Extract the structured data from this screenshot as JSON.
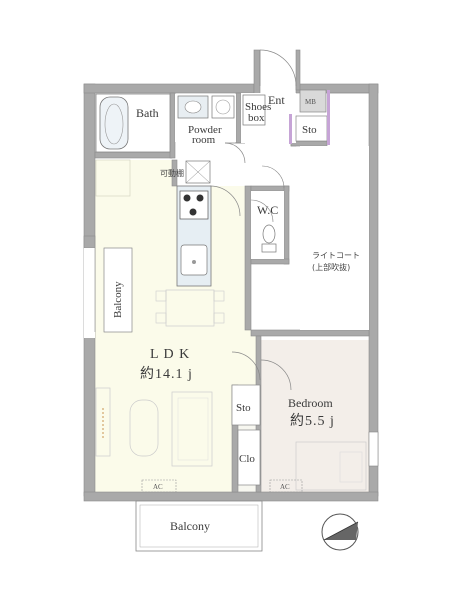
{
  "rooms": {
    "bath": "Bath",
    "powder_room_line1": "Powder",
    "powder_room_line2": "room",
    "shoes_box_line1": "Shoes",
    "shoes_box_line2": "box",
    "entrance": "Ent",
    "mb": "MB",
    "storage_top": "Sto",
    "movable_shelf": "可動棚",
    "wc": "W.C",
    "light_court_line1": "ライトコート",
    "light_court_line2": "(上部吹抜)",
    "balcony_side": "Balcony",
    "ldk_name": "L D K",
    "ldk_size": "約14.1 j",
    "storage_mid": "Sto",
    "closet": "Clo",
    "bedroom_name": "Bedroom",
    "bedroom_size": "約5.5 j",
    "ac_ldk": "AC",
    "ac_bedroom": "AC",
    "balcony_bottom": "Balcony"
  },
  "colors": {
    "wall": "#a9a9a9",
    "wall_outline": "#8c8c8c",
    "ldk_floor": "#fbfbea",
    "bedroom_floor": "#f3eee9",
    "wet_floor": "#ffffff",
    "line": "#6e6e6e",
    "purple_unit": "#c6a4d6"
  },
  "compass": {
    "icon": "north-compass-icon"
  }
}
